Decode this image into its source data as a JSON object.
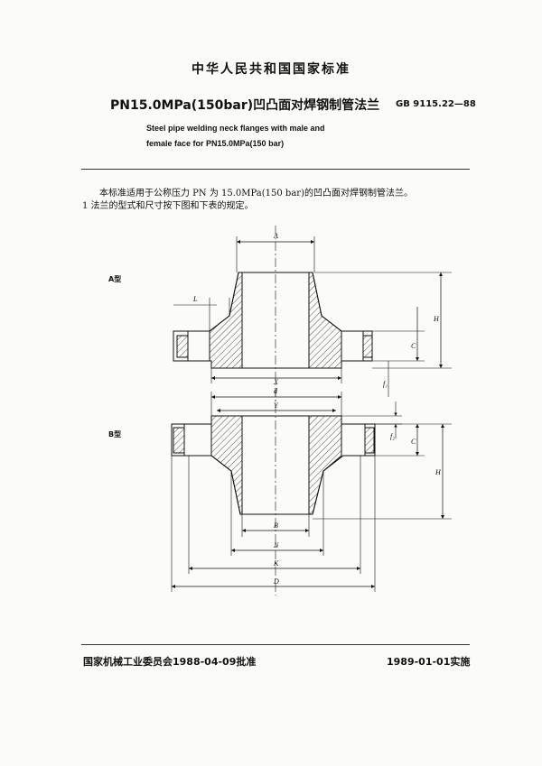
{
  "header": {
    "national_standard": "中华人民共和国国家标准",
    "title": "PN15.0MPa(150bar)凹凸面对焊钢制管法兰",
    "standard_number": "GB 9115.22—88",
    "english_title_line1": "Steel pipe welding neck flanges with male and",
    "english_title_line2": "female face for PN15.0MPa(150 bar)"
  },
  "body": {
    "intro": "本标准适用于公称压力 PN 为 15.0MPa(150 bar)的凹凸面对焊钢制管法兰。",
    "clause1": "1  法兰的型式和尺寸按下图和下表的规定。"
  },
  "drawing": {
    "type_a_label": "A型",
    "type_b_label": "B型",
    "dims": {
      "A": "A",
      "L": "L",
      "H": "H",
      "C": "C",
      "X": "X",
      "f1": "f₁",
      "d": "d",
      "Y": "Y",
      "f2": "f₂",
      "B": "B",
      "N": "N",
      "K": "K",
      "D": "D"
    }
  },
  "footer": {
    "approved": "国家机械工业委员会1988-04-09批准",
    "effective": "1989-01-01实施"
  }
}
